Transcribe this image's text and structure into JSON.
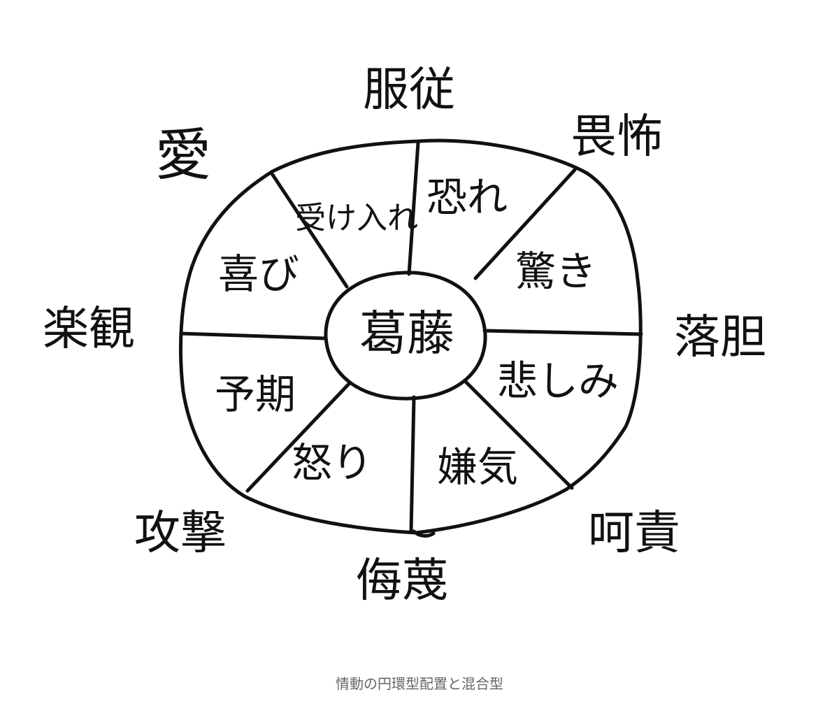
{
  "diagram": {
    "center": "葛藤",
    "inner_sectors": [
      "受け入れ",
      "恐れ",
      "驚き",
      "悲しみ",
      "嫌気",
      "怒り",
      "予期",
      "喜び"
    ],
    "outer_labels": [
      "服従",
      "畏怖",
      "落胆",
      "呵責",
      "侮蔑",
      "攻撃",
      "楽観",
      "愛"
    ]
  },
  "caption": "情動の円環型配置と混合型"
}
